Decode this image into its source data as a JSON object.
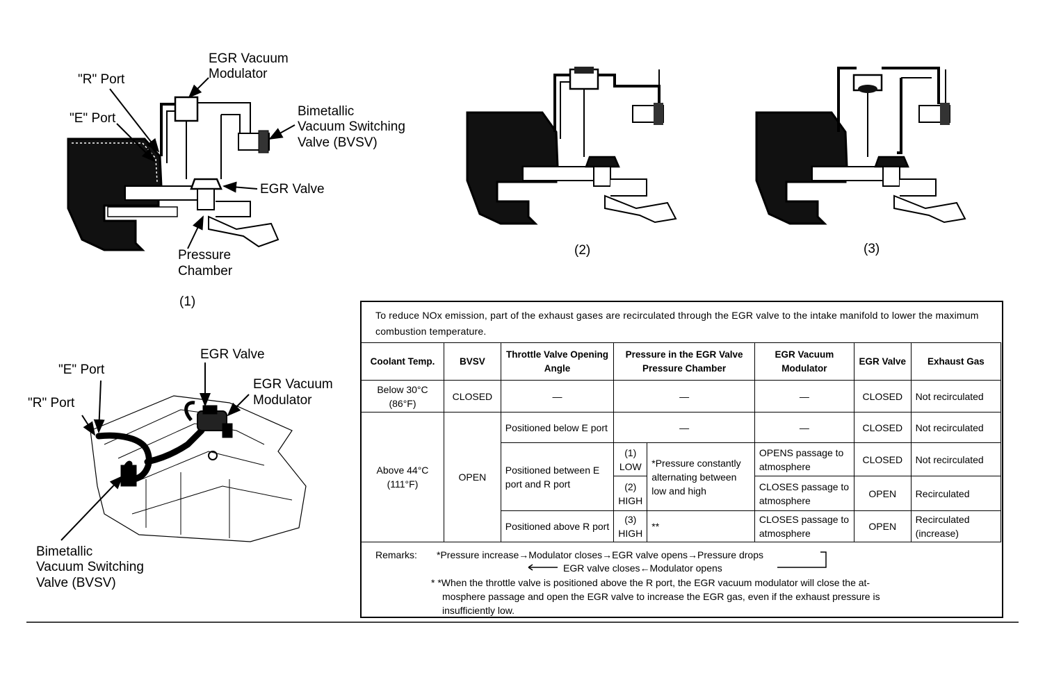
{
  "diagram1": {
    "labels": {
      "r_port": "\"R\" Port",
      "e_port": "\"E\" Port",
      "modulator_1": "EGR Vacuum",
      "modulator_2": "Modulator",
      "bvsv_1": "Bimetallic",
      "bvsv_2": "Vacuum Switching",
      "bvsv_3": "Valve (BVSV)",
      "egr_valve": "EGR Valve",
      "pressure_1": "Pressure",
      "pressure_2": "Chamber"
    },
    "caption": "(1)"
  },
  "diagram2": {
    "caption": "(2)"
  },
  "diagram3": {
    "caption": "(3)"
  },
  "engine": {
    "labels": {
      "e_port": "\"E\" Port",
      "r_port": "\"R\" Port",
      "egr_valve": "EGR Valve",
      "modulator_1": "EGR Vacuum",
      "modulator_2": "Modulator",
      "bvsv_1": "Bimetallic",
      "bvsv_2": "Vacuum Switching",
      "bvsv_3": "Valve (BVSV)"
    }
  },
  "spec": {
    "intro": "To reduce NOx emission, part of the exhaust gases are recirculated through the EGR valve to the intake manifold to lower the maximum combustion temperature.",
    "headers": {
      "coolant": "Coolant Temp.",
      "bvsv": "BVSV",
      "throttle": "Throttle Valve Opening Angle",
      "pressure": "Pressure in the EGR Valve Pressure Chamber",
      "modulator": "EGR Vacuum Modulator",
      "egr": "EGR Valve",
      "exhaust": "Exhaust Gas"
    },
    "row1": {
      "coolant": "Below 30°C (86°F)",
      "bvsv": "CLOSED",
      "throttle": "—",
      "pressure": "—",
      "modulator": "—",
      "egr": "CLOSED",
      "exhaust": "Not recirculated"
    },
    "row2": {
      "coolant": "Above 44°C (111°F)",
      "bvsv": "OPEN",
      "throttle": "Positioned below E port",
      "pressure": "—",
      "modulator": "—",
      "egr": "CLOSED",
      "exhaust": "Not recirculated"
    },
    "row3": {
      "throttle": "Positioned between E port and R port",
      "level": "(1) LOW",
      "pressure_note": "*Pressure constantly alternating between low and high",
      "modulator": "OPENS passage to atmosphere",
      "egr": "CLOSED",
      "exhaust": "Not recirculated"
    },
    "row4": {
      "level": "(2) HIGH",
      "modulator": "CLOSES passage to atmosphere",
      "egr": "OPEN",
      "exhaust": "Recirculated"
    },
    "row5": {
      "throttle": "Positioned above R port",
      "level": "(3) HIGH",
      "pressure_note": "**",
      "modulator": "CLOSES passage to atmosphere",
      "egr": "OPEN",
      "exhaust": "Recirculated (increase)"
    },
    "remarks": {
      "label": "Remarks:",
      "line1": "*Pressure increase→Modulator closes→EGR valve opens→Pressure drops",
      "line2": "EGR valve closes←Modulator opens",
      "note_1": "* *When the throttle valve is positioned above the R port, the EGR vacuum modulator will close the at-",
      "note_2": "mosphere passage and open the EGR valve to increase the EGR gas, even if the exhaust pressure is",
      "note_3": "insufficiently low."
    }
  }
}
